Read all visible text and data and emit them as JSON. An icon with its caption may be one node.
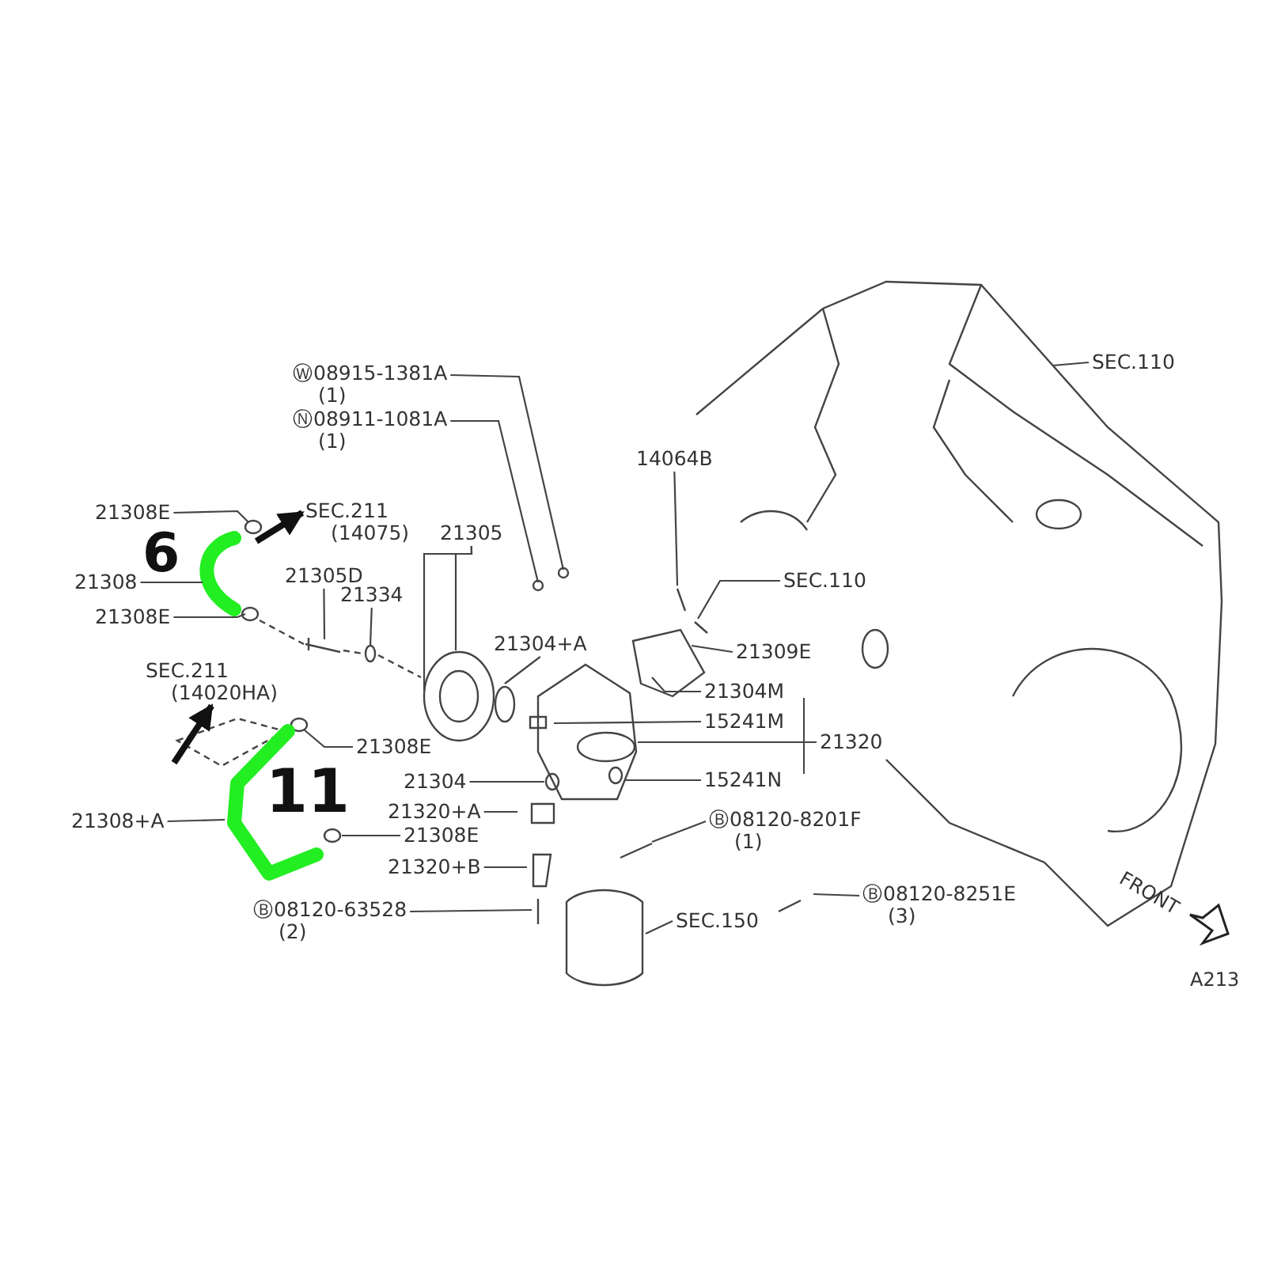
{
  "diagram": {
    "nodes": [
      {
        "text": [
          "Ⓦ08915-1381A",
          "(1)"
        ]
      },
      {
        "text": [
          "Ⓝ08911-1081A",
          "(1)"
        ]
      },
      {
        "text": [
          "SEC.110"
        ]
      },
      {
        "text": [
          "14064B"
        ]
      },
      {
        "text": [
          "21308E"
        ]
      },
      {
        "text": [
          "SEC.211",
          "(14075)"
        ]
      },
      {
        "text": [
          "21308"
        ]
      },
      {
        "text": [
          "21305D"
        ]
      },
      {
        "text": [
          "21305"
        ]
      },
      {
        "text": [
          "SEC.110"
        ]
      },
      {
        "text": [
          "21334"
        ]
      },
      {
        "text": [
          "21308E"
        ]
      },
      {
        "text": [
          "21304+A"
        ]
      },
      {
        "text": [
          "SEC.211",
          "(14020HA)"
        ]
      },
      {
        "text": [
          "21309E"
        ]
      },
      {
        "text": [
          "21304M"
        ]
      },
      {
        "text": [
          "15241M"
        ]
      },
      {
        "text": [
          "21320"
        ]
      },
      {
        "text": [
          "21308E"
        ]
      },
      {
        "text": [
          "15241N"
        ]
      },
      {
        "text": [
          "21304"
        ]
      },
      {
        "text": [
          "21320+A"
        ]
      },
      {
        "text": [
          "21308E"
        ]
      },
      {
        "text": [
          "21308+A"
        ]
      },
      {
        "text": [
          "Ⓑ08120-8201F",
          "(1)"
        ]
      },
      {
        "text": [
          "21320+B"
        ]
      },
      {
        "text": [
          "Ⓑ08120-8251E",
          "(3)"
        ]
      },
      {
        "text": [
          "Ⓑ08120-63528",
          "(2)"
        ]
      },
      {
        "text": [
          "SEC.150"
        ]
      }
    ],
    "edges": [
      {
        "from": 0,
        "to": null,
        "arrow": "none"
      },
      {
        "from": 1,
        "to": null,
        "arrow": "none"
      },
      {
        "from": 2,
        "to": null,
        "arrow": "none"
      },
      {
        "from": 3,
        "to": null,
        "arrow": "none"
      },
      {
        "from": 4,
        "to": null,
        "arrow": "none"
      },
      {
        "from": null,
        "to": 5,
        "arrow": "to",
        "style": "thick"
      },
      {
        "from": 6,
        "to": null,
        "arrow": "none"
      },
      {
        "from": 7,
        "to": null,
        "arrow": "none"
      },
      {
        "from": 8,
        "to": null,
        "arrow": "none"
      },
      {
        "from": 8,
        "to": null,
        "arrow": "none"
      },
      {
        "from": 9,
        "to": null,
        "arrow": "none"
      },
      {
        "from": 10,
        "to": null,
        "arrow": "none"
      },
      {
        "from": 11,
        "to": null,
        "arrow": "none"
      },
      {
        "from": 12,
        "to": null,
        "arrow": "none"
      },
      {
        "from": null,
        "to": 13,
        "arrow": "to",
        "style": "thick"
      },
      {
        "from": 14,
        "to": null,
        "arrow": "none"
      },
      {
        "from": 15,
        "to": null,
        "arrow": "none"
      },
      {
        "from": 16,
        "to": null,
        "arrow": "none"
      },
      {
        "from": 17,
        "to": null,
        "arrow": "none"
      },
      {
        "from": 18,
        "to": null,
        "arrow": "none"
      },
      {
        "from": 19,
        "to": null,
        "arrow": "none"
      },
      {
        "from": 20,
        "to": null,
        "arrow": "none"
      },
      {
        "from": 21,
        "to": null,
        "arrow": "none"
      },
      {
        "from": 22,
        "to": null,
        "arrow": "none"
      },
      {
        "from": 23,
        "to": null,
        "arrow": "none"
      },
      {
        "from": 24,
        "to": null,
        "arrow": "none"
      },
      {
        "from": 25,
        "to": null,
        "arrow": "none"
      },
      {
        "from": 26,
        "to": null,
        "arrow": "none"
      },
      {
        "from": 27,
        "to": null,
        "arrow": "none"
      },
      {
        "from": 28,
        "to": null,
        "arrow": "none"
      }
    ],
    "labels": [
      "6",
      "11",
      "FRONT",
      "A213"
    ]
  }
}
